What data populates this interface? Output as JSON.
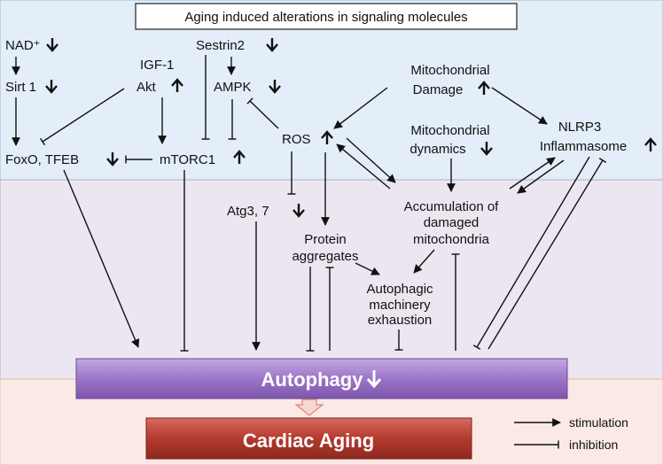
{
  "title": "Aging induced alterations in signaling molecules",
  "nodes": {
    "nad": "NAD⁺",
    "sirt1": "Sirt 1",
    "igf1": "IGF-1",
    "akt": "Akt",
    "sestrin2": "Sestrin2",
    "ampk": "AMPK",
    "mito_damage_l1": "Mitochondrial",
    "mito_damage_l2": "Damage",
    "ros": "ROS",
    "mito_dyn_l1": "Mitochondrial",
    "mito_dyn_l2": "dynamics",
    "nlrp3_l1": "NLRP3",
    "nlrp3_l2": "Inflammasome",
    "foxo": "FoxO, TFEB",
    "mtorc1": "mTORC1",
    "atg": "Atg3, 7",
    "accum_l1": "Accumulation of",
    "accum_l2": "damaged",
    "accum_l3": "mitochondria",
    "protein_l1": "Protein",
    "protein_l2": "aggregates",
    "exhaust_l1": "Autophagic",
    "exhaust_l2": "machinery",
    "exhaust_l3": "exhaustion"
  },
  "autophagy": "Autophagy",
  "cardiac_aging": "Cardiac Aging",
  "legend": {
    "stimulation": "stimulation",
    "inhibition": "inhibition"
  },
  "colors": {
    "top_band": "#e3eef8",
    "middle_band": "#ebe6f0",
    "bottom_band": "#fbe9e6",
    "autophagy_bar": "#9c75c6",
    "cardiac_bar": "#b33a2e"
  }
}
